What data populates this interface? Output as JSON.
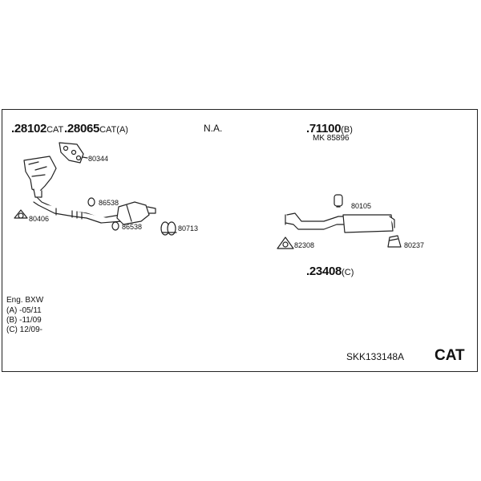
{
  "parts": {
    "p1": {
      "num": ".28102",
      "suffix": "CAT"
    },
    "p2": {
      "num": ".28065",
      "suffix": "CAT(A)"
    },
    "na": "N.A.",
    "p3": {
      "num": ".71100",
      "suffix": "(B)"
    },
    "mk": "MK 85896",
    "p4": {
      "num": ".23408",
      "suffix": "(C)"
    }
  },
  "refs": {
    "r80344": "80344",
    "r86538a": "86538",
    "r86538b": "86538",
    "r80406": "80406",
    "r80713": "80713",
    "r80105": "80105",
    "r82308": "82308",
    "r80237": "80237"
  },
  "notes": {
    "eng": "Eng. BXW",
    "a": "(A) -05/11",
    "b": "(B) -11/09",
    "c": "(C) 12/09-"
  },
  "footer": {
    "code": "SKK133148A",
    "cat": "CAT"
  },
  "colors": {
    "stroke": "#222222",
    "fill": "#ffffff",
    "text": "#111111"
  }
}
